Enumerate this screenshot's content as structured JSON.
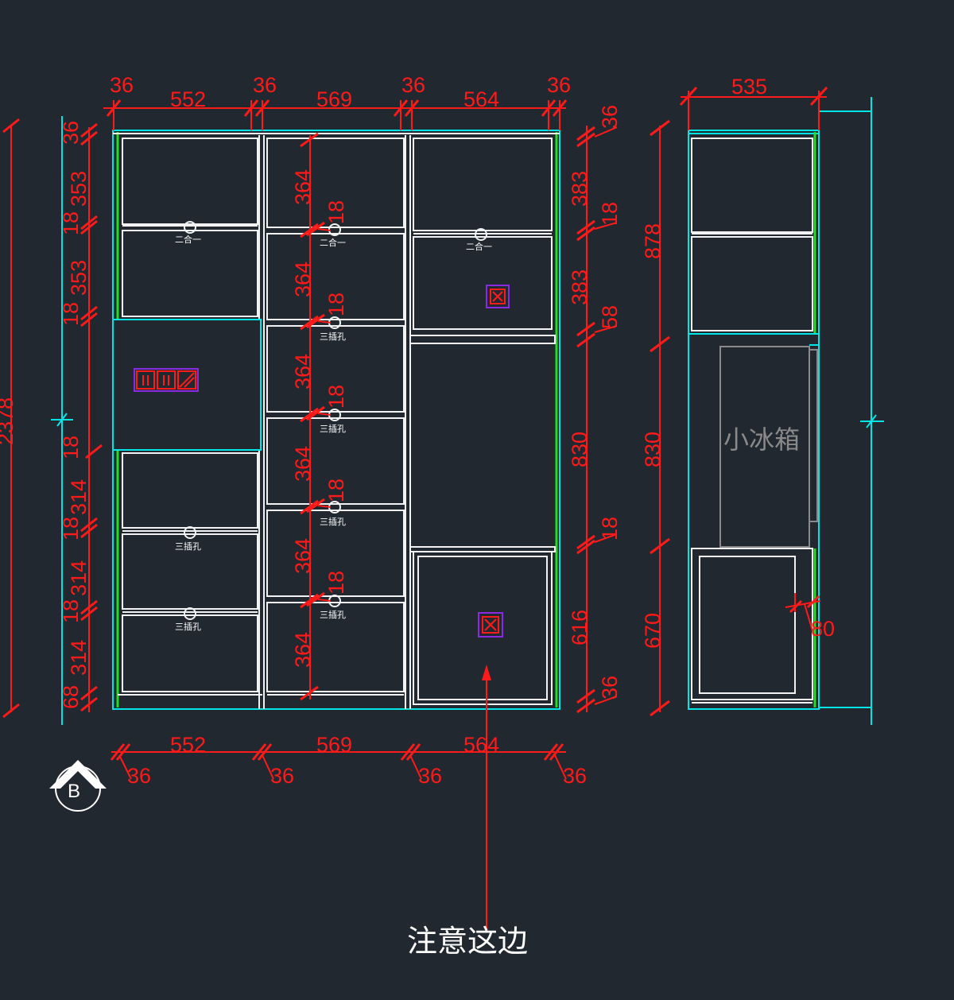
{
  "front_view": {
    "top_dims": [
      "36",
      "552",
      "36",
      "569",
      "36",
      "564",
      "36"
    ],
    "bottom_dims": {
      "widths": [
        "552",
        "569",
        "564"
      ],
      "sides": [
        "36",
        "36",
        "36",
        "36"
      ]
    },
    "left_dims": [
      "36",
      "353",
      "18",
      "353",
      "18",
      "18",
      "314",
      "18",
      "314",
      "18",
      "314",
      "68"
    ],
    "left_total": "2378",
    "middle_dims": [
      "364",
      "18",
      "364",
      "18",
      "364",
      "18",
      "364",
      "18",
      "364",
      "18",
      "364"
    ],
    "right_dims": [
      "36",
      "383",
      "18",
      "383",
      "58",
      "830",
      "18",
      "616",
      "36"
    ],
    "outlet_labels": {
      "two_in_one": "二合一",
      "three_pin": "三插孔"
    }
  },
  "side_view": {
    "width": "535",
    "height_dims": [
      "878",
      "830",
      "670"
    ],
    "detail_dim": "80",
    "fridge_label": "小冰箱"
  },
  "section_marker": "B",
  "note": "注意这边",
  "colors": {
    "background": "#212830",
    "dimension": "#ff1a1a",
    "outline": "#f2f2f2",
    "cyan": "#00e5e5",
    "green": "#22dd22"
  }
}
